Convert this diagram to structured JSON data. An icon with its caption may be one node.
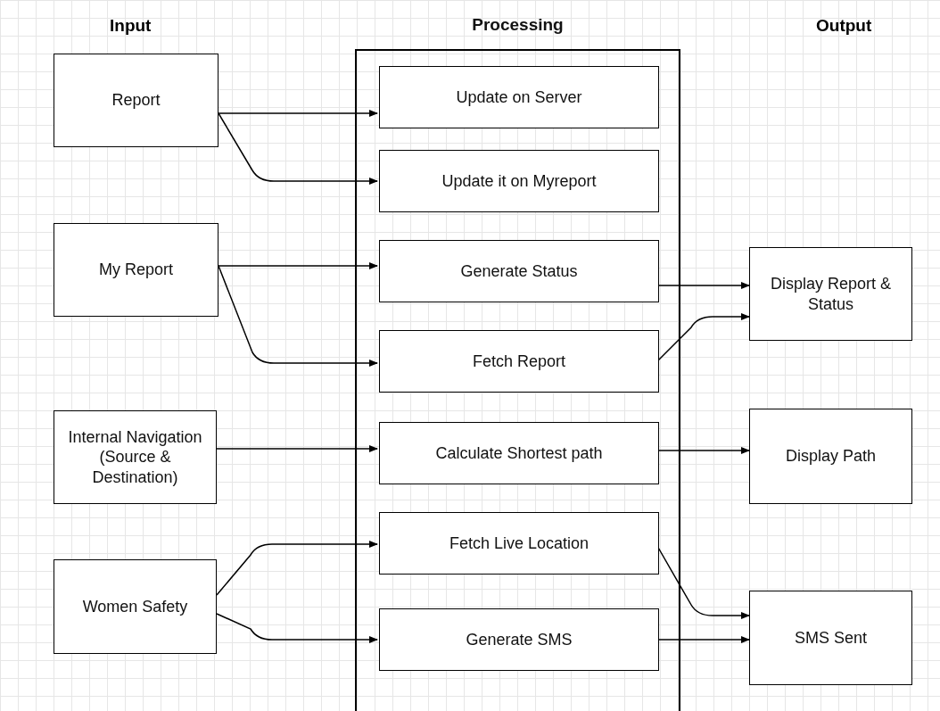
{
  "diagram": {
    "nodes": [
      {
        "text": [
          "Report"
        ]
      },
      {
        "text": [
          "My Report"
        ]
      },
      {
        "text": [
          "Internal Navigation (Source & Destination)"
        ]
      },
      {
        "text": [
          "Women Safety"
        ]
      },
      {
        "text": [
          "Processing"
        ]
      },
      {
        "text": [
          "Update on Server"
        ],
        "in": 4
      },
      {
        "text": [
          "Update it on Myreport"
        ],
        "in": 4
      },
      {
        "text": [
          "Generate Status"
        ],
        "in": 4
      },
      {
        "text": [
          "Fetch Report"
        ],
        "in": 4
      },
      {
        "text": [
          "Calculate Shortest path"
        ],
        "in": 4
      },
      {
        "text": [
          "Fetch Live Location"
        ],
        "in": 4
      },
      {
        "text": [
          "Generate SMS"
        ],
        "in": 4
      },
      {
        "text": [
          "Display Report & Status"
        ]
      },
      {
        "text": [
          "Display Path"
        ]
      },
      {
        "text": [
          "SMS Sent"
        ]
      }
    ],
    "edges": [
      {
        "from": 0,
        "to": 5,
        "arrow": "to"
      },
      {
        "from": 0,
        "to": 6,
        "arrow": "to"
      },
      {
        "from": 1,
        "to": 7,
        "arrow": "to"
      },
      {
        "from": 1,
        "to": 8,
        "arrow": "to"
      },
      {
        "from": 2,
        "to": 9,
        "arrow": "to"
      },
      {
        "from": 3,
        "to": 10,
        "arrow": "to"
      },
      {
        "from": 3,
        "to": 11,
        "arrow": "to"
      },
      {
        "from": 7,
        "to": 12,
        "arrow": "to"
      },
      {
        "from": 8,
        "to": 12,
        "arrow": "to"
      },
      {
        "from": 9,
        "to": 13,
        "arrow": "to"
      },
      {
        "from": 10,
        "to": 14,
        "arrow": "to"
      },
      {
        "from": 11,
        "to": 14,
        "arrow": "to"
      }
    ],
    "labels": [
      "Input",
      "Output"
    ]
  }
}
